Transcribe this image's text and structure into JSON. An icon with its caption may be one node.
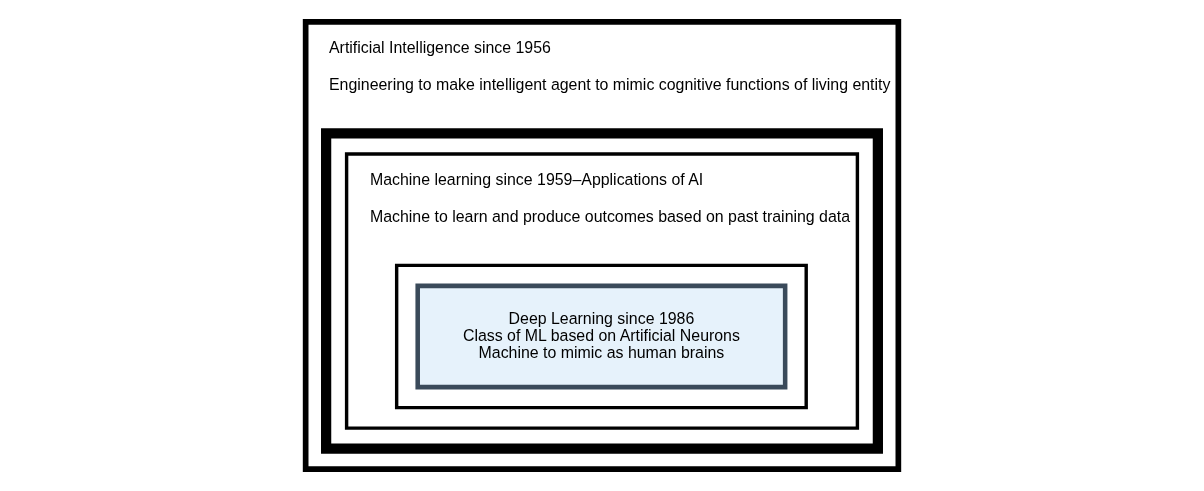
{
  "diagram": {
    "nodes": [
      {
        "text": [
          "Artificial Intelligence since 1956",
          "Engineering to make intelligent agent to mimic cognitive functions of living entity"
        ]
      },
      {
        "text": [],
        "shape": "box",
        "in": 0
      },
      {
        "text": [
          "Machine learning since 1959–Applications of AI",
          "Machine to learn and produce outcomes based on past training data"
        ],
        "in": 1
      },
      {
        "text": [],
        "shape": "box",
        "in": 2
      },
      {
        "text": [
          "Deep Learning since 1986",
          "Class of ML based on Artificial Neurons",
          "Machine to mimic as human brains"
        ],
        "in": 3
      }
    ],
    "edges": []
  }
}
